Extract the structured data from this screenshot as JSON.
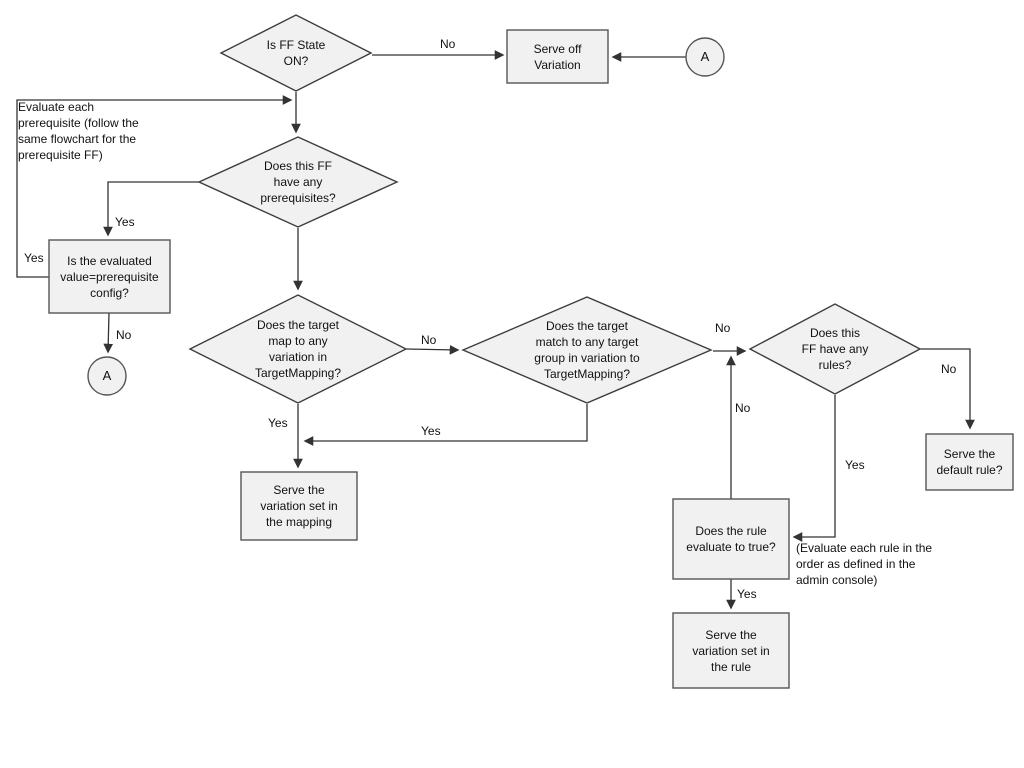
{
  "nodes": {
    "is_ff_state_on": {
      "label": "Is FF State\nON?"
    },
    "serve_off_variation": {
      "label": "Serve off\nVariation"
    },
    "connector_a_top": {
      "label": "A"
    },
    "evaluate_prereq_note": {
      "label": "Evaluate each\nprerequisite (follow the\nsame flowchart for the\nprerequisite FF)"
    },
    "has_prerequisites": {
      "label": "Does this FF\nhave any\nprerequisites?"
    },
    "value_equals_prereq_config": {
      "label": "Is the evaluated\nvalue=prerequisite\nconfig?"
    },
    "connector_a_left": {
      "label": "A"
    },
    "target_maps_variation": {
      "label": "Does the target\nmap to any\nvariation in\nTargetMapping?"
    },
    "target_matches_group": {
      "label": "Does the target\nmatch to any target\ngroup in variation to\nTargetMapping?"
    },
    "has_rules": {
      "label": "Does this\nFF have any\nrules?"
    },
    "serve_variation_mapping": {
      "label": "Serve the\nvariation set in\nthe mapping"
    },
    "rule_evaluates_true": {
      "label": "Does the rule\nevaluate to true?"
    },
    "serve_variation_rule": {
      "label": "Serve the\nvariation set in\nthe rule"
    },
    "serve_default_rule": {
      "label": "Serve the\ndefault rule?"
    },
    "evaluate_rules_note": {
      "label": "(Evaluate each rule in the\norder as defined in the\nadmin console)"
    }
  },
  "edge_labels": {
    "ff_state_no": "No",
    "prerequisites_yes": "Yes",
    "config_match_yes": "Yes",
    "config_match_no": "No",
    "mapping_no": "No",
    "mapping_yes": "Yes",
    "target_group_yes": "Yes",
    "target_group_no": "No",
    "rule_false_no": "No",
    "rules_yes": "Yes",
    "rules_no": "No",
    "rule_true_yes": "Yes"
  },
  "colors": {
    "background": "#ffffff",
    "shape_fill": "#f1f1f1",
    "shape_stroke": "#555555",
    "diamond_stroke": "#3d3d3d",
    "line": "#333333",
    "text": "#111111"
  }
}
